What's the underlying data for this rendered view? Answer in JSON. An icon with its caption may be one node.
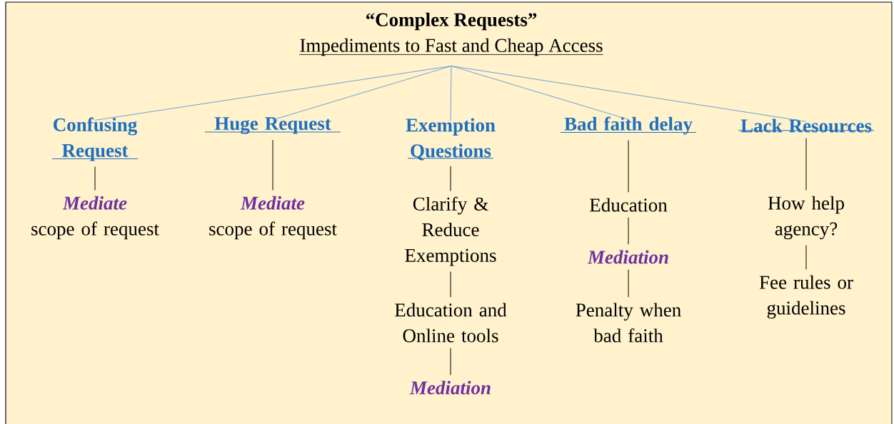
{
  "diagram": {
    "title": "“Complex Requests”",
    "nodes": [
      {
        "text": [
          "Impediments to Fast and Cheap Access"
        ]
      },
      {
        "text": [
          "Confusing Request"
        ]
      },
      {
        "text": [
          "Mediate",
          "scope of request"
        ]
      },
      {
        "text": [
          "Huge Request"
        ]
      },
      {
        "text": [
          "Mediate",
          "scope of request"
        ]
      },
      {
        "text": [
          "Exemption Questions"
        ]
      },
      {
        "text": [
          "Clarify & Reduce Exemptions"
        ]
      },
      {
        "text": [
          "Education and Online tools"
        ]
      },
      {
        "text": [
          "Mediation"
        ]
      },
      {
        "text": [
          "Bad faith delay"
        ]
      },
      {
        "text": [
          "Education"
        ]
      },
      {
        "text": [
          "Mediation"
        ]
      },
      {
        "text": [
          "Penalty when bad faith"
        ]
      },
      {
        "text": [
          "Lack Resources"
        ]
      },
      {
        "text": [
          "How help agency?"
        ]
      },
      {
        "text": [
          "Fee rules or guidelines"
        ]
      }
    ],
    "edges": [
      {
        "from": 0,
        "to": 1,
        "arrow": "none",
        "color": "#5b9bd5"
      },
      {
        "from": 0,
        "to": 3,
        "arrow": "none",
        "color": "#5b9bd5"
      },
      {
        "from": 0,
        "to": 5,
        "arrow": "none",
        "color": "#5b9bd5"
      },
      {
        "from": 0,
        "to": 9,
        "arrow": "none",
        "color": "#5b9bd5"
      },
      {
        "from": 0,
        "to": 13,
        "arrow": "none",
        "color": "#5b9bd5"
      },
      {
        "from": 1,
        "to": 2,
        "arrow": "none"
      },
      {
        "from": 3,
        "to": 4,
        "arrow": "none"
      },
      {
        "from": 5,
        "to": 6,
        "arrow": "none"
      },
      {
        "from": 6,
        "to": 7,
        "arrow": "none"
      },
      {
        "from": 7,
        "to": 8,
        "arrow": "none"
      },
      {
        "from": 9,
        "to": 10,
        "arrow": "none"
      },
      {
        "from": 10,
        "to": 11,
        "arrow": "none"
      },
      {
        "from": 11,
        "to": 12,
        "arrow": "none"
      },
      {
        "from": 13,
        "to": 14,
        "arrow": "none"
      },
      {
        "from": 14,
        "to": 15,
        "arrow": "none"
      }
    ]
  }
}
